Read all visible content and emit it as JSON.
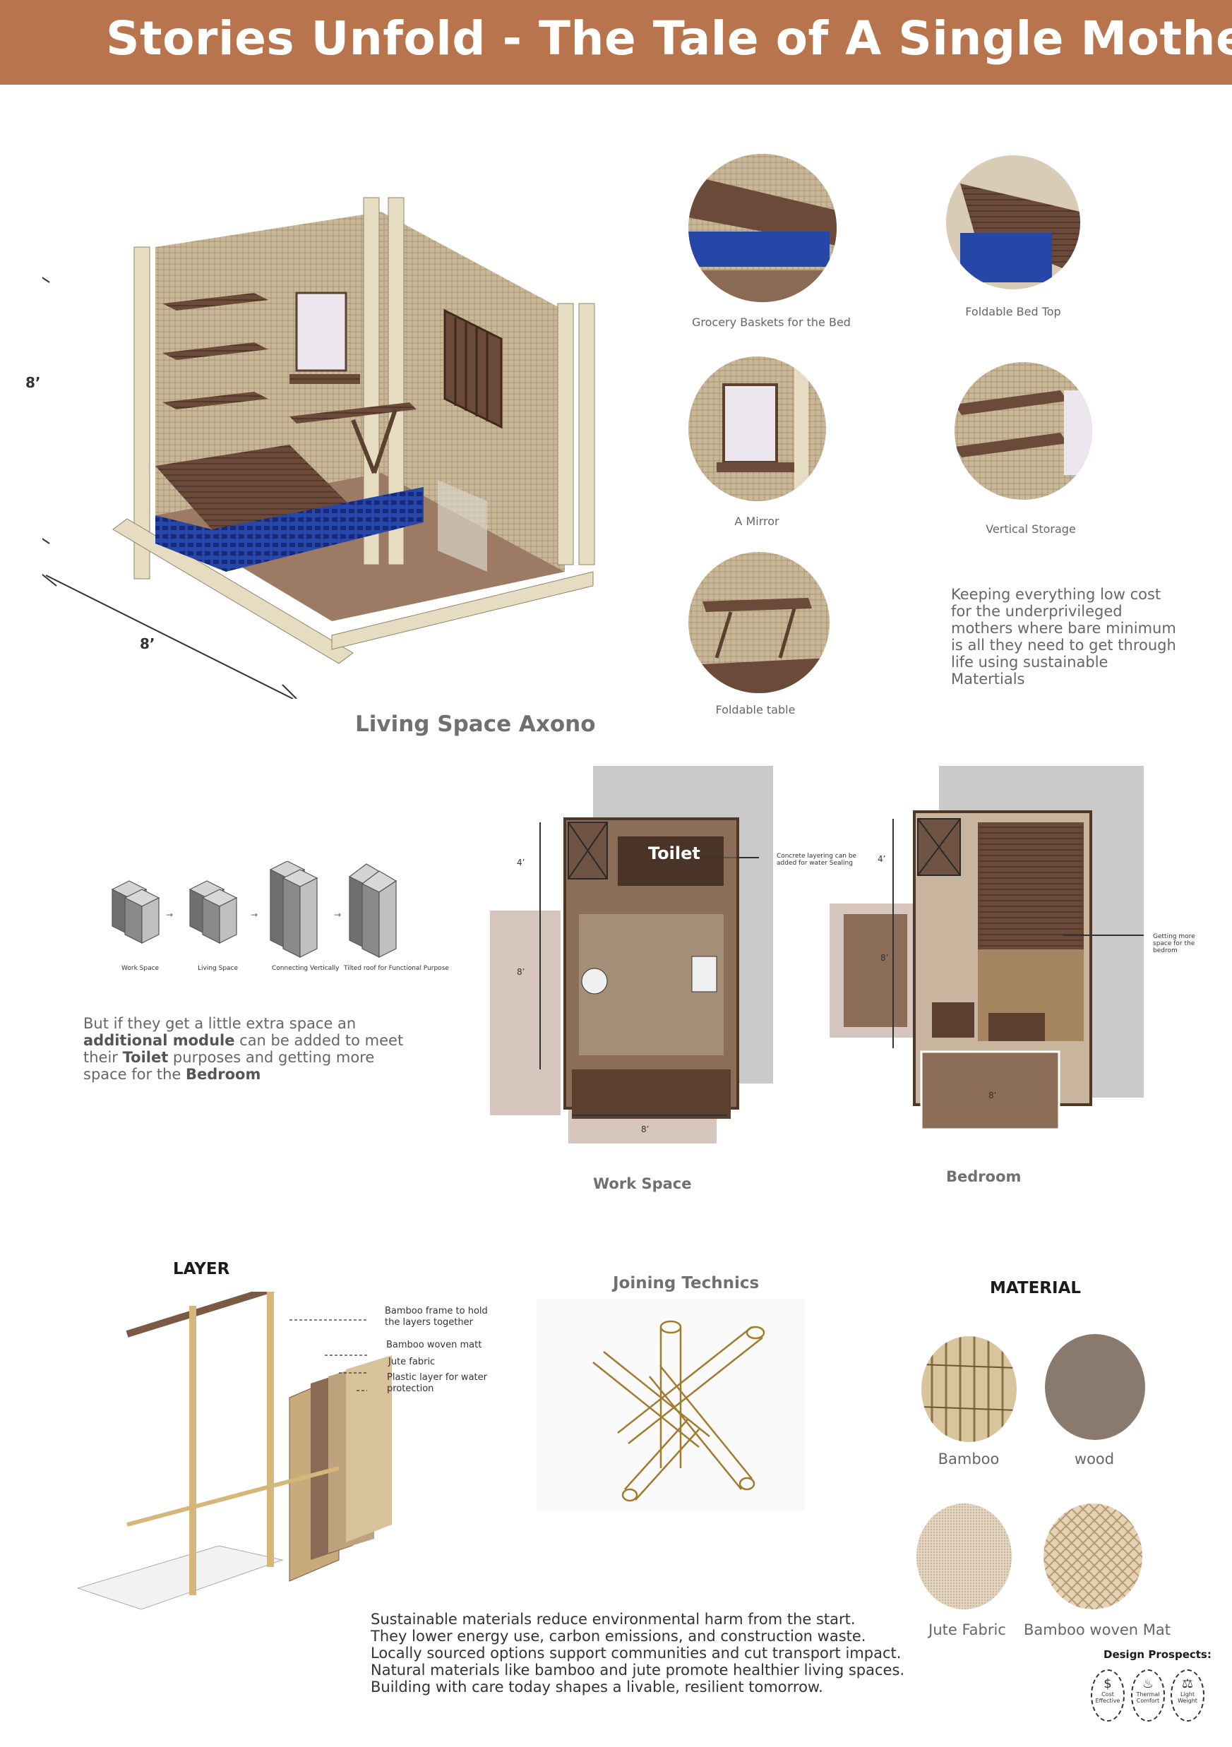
{
  "header": {
    "title": "Stories Unfold - The Tale of A Single Mother"
  },
  "axono": {
    "title": "Living Space Axono",
    "dim_height": "8’",
    "dim_width": "8’"
  },
  "features": [
    {
      "label": "Grocery Baskets for the Bed"
    },
    {
      "label": "Foldable Bed Top"
    },
    {
      "label": "A Mirror"
    },
    {
      "label": "Vertical Storage"
    },
    {
      "label": "Foldable table"
    }
  ],
  "low_cost_text": "Keeping everything low cost for the underprivileged mothers where bare minimum  is all they need to get through life  using sustainable Matertials",
  "module": {
    "steps": [
      "Work Space",
      "Living Space",
      "Connecting Vertically",
      "Tilted roof for Functional Purpose"
    ],
    "text": {
      "p1": "But if they get a little extra space an ",
      "b1": "additional module",
      "p2": " can be added to meet their ",
      "b2": "Toilet",
      "p3": " purposes and getting more space for the ",
      "b3": "Bedroom"
    }
  },
  "workspace": {
    "title": "Work Space",
    "toilet_label": "Toilet",
    "note": "Concrete layering can be added for water Sealing",
    "dim_top": "4’",
    "dim_mid": "8’",
    "dim_bottom": "8’"
  },
  "bedroom": {
    "title": "Bedroom",
    "note": "Getting more space for the bedrom",
    "dim_top": "4’",
    "dim_mid": "8’",
    "dim_bottom": "8’"
  },
  "layer": {
    "title": "LAYER",
    "labels": [
      "Bamboo frame to hold the layers together",
      "Bamboo woven matt",
      "Jute fabric",
      "Plastic layer for water protection"
    ]
  },
  "joining": {
    "title": "Joining Technics"
  },
  "material": {
    "title": "MATERIAL",
    "items": [
      {
        "label": "Bamboo"
      },
      {
        "label": "wood"
      },
      {
        "label": "Jute Fabric"
      },
      {
        "label": "Bamboo woven Mat"
      }
    ]
  },
  "sustain_lines": [
    "Sustainable materials reduce environmental harm from the start.",
    "They lower energy use, carbon emissions, and construction waste.",
    "Locally sourced options support communities and cut transport impact.",
    "Natural materials like bamboo and jute promote healthier living spaces.",
    "Building with care today shapes a livable, resilient tomorrow."
  ],
  "design": {
    "title": "Design Prospects:",
    "items": [
      {
        "label": "Cost Effective",
        "icon": "cost-effective-icon"
      },
      {
        "label": "Thermal Comfort",
        "icon": "thermal-comfort-icon"
      },
      {
        "label": "Light Weight",
        "icon": "light-weight-icon"
      }
    ]
  }
}
